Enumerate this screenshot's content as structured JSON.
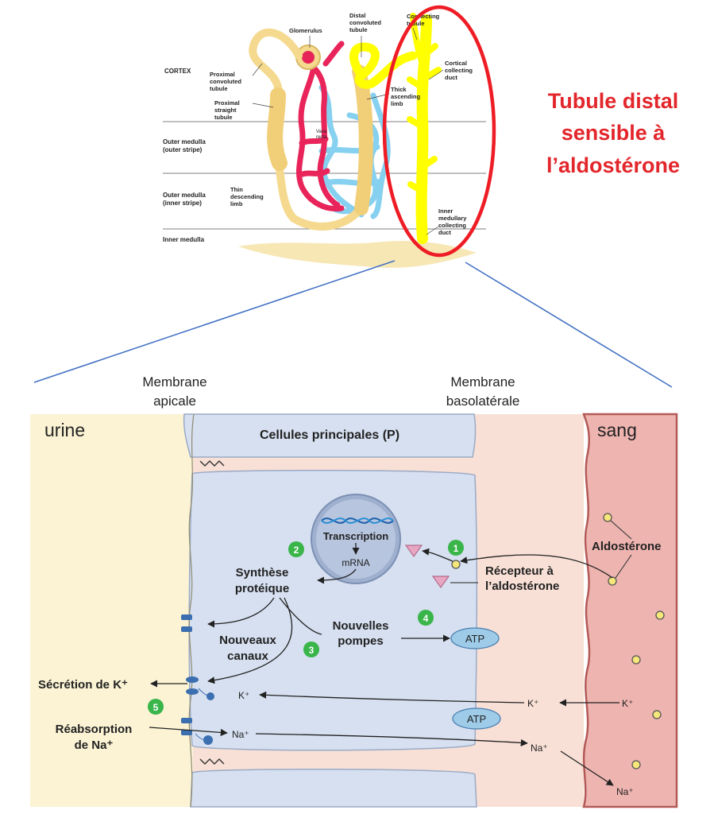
{
  "top_diagram": {
    "region_labels": {
      "cortex": "CORTEX",
      "outer_medulla_outer_line1": "Outer medulla",
      "outer_medulla_outer_line2": "(outer stripe)",
      "outer_medulla_inner_line1": "Outer medulla",
      "outer_medulla_inner_line2": "(inner stripe)",
      "inner_medulla": "Inner medulla"
    },
    "structure_labels": {
      "pct_line1": "Proximal",
      "pct_line2": "convoluted",
      "pct_line3": "tubule",
      "pst_line1": "Proximal",
      "pst_line2": "straight",
      "pst_line3": "tubule",
      "glomerulus": "Glomerulus",
      "dct_line1": "Distal",
      "dct_line2": "convoluted",
      "dct_line3": "tubule",
      "ct_line1": "Connecting",
      "ct_line2": "tubule",
      "ccd_line1": "Cortical",
      "ccd_line2": "collecting",
      "ccd_line3": "duct",
      "tal_line1": "Thick",
      "tal_line2": "ascending",
      "tal_line3": "limb",
      "vasa_line1": "Vasa",
      "vasa_line2": "recta",
      "tdl_line1": "Thin",
      "tdl_line2": "descending",
      "tdl_line3": "limb",
      "imcd_line1": "Inner",
      "imcd_line2": "medullary",
      "imcd_line3": "collecting",
      "imcd_line4": "duct"
    }
  },
  "title": {
    "line1": "Tubule distal",
    "line2": "sensible à",
    "line3": "l’aldostérone"
  },
  "membranes": {
    "apical_line1": "Membrane",
    "apical_line2": "apicale",
    "basolateral_line1": "Membrane",
    "basolateral_line2": "basolatérale"
  },
  "cell_diagram": {
    "urine": "urine",
    "blood": "sang",
    "cell_title": "Cellules principales (P)",
    "transcription": "Transcription",
    "mrna": "mRNA",
    "synthesis_line1": "Synthèse",
    "synthesis_line2": "protéique",
    "new_pumps_line1": "Nouvelles",
    "new_pumps_line2": "pompes",
    "new_channels_line1": "Nouveaux",
    "new_channels_line2": "canaux",
    "receptor_line1": "Récepteur à",
    "receptor_line2": "l’aldostérone",
    "aldosterone": "Aldostérone",
    "atp": "ATP",
    "k_secretion": "Sécrétion de K⁺",
    "na_reabsorption_line1": "Réabsorption",
    "na_reabsorption_line2": "de Na⁺",
    "k_ion": "K⁺",
    "na_ion": "Na⁺",
    "steps": [
      "1",
      "2",
      "3",
      "4",
      "5"
    ]
  },
  "colors": {
    "title_red": "#e3262b",
    "highlight_oval": "#ee1c25",
    "urine_bg": "#fbf3d4",
    "cell_blue": "#d6e0f0",
    "interstitial_pink": "#f8e0d6",
    "blood_pink": "#eeb4b0",
    "step_green": "#39b54a",
    "collecting_duct_yellow": "#ffff00",
    "tubule_tan": "#f4d98e",
    "artery_red": "#e8245a",
    "vein_blue": "#7fcff0"
  }
}
